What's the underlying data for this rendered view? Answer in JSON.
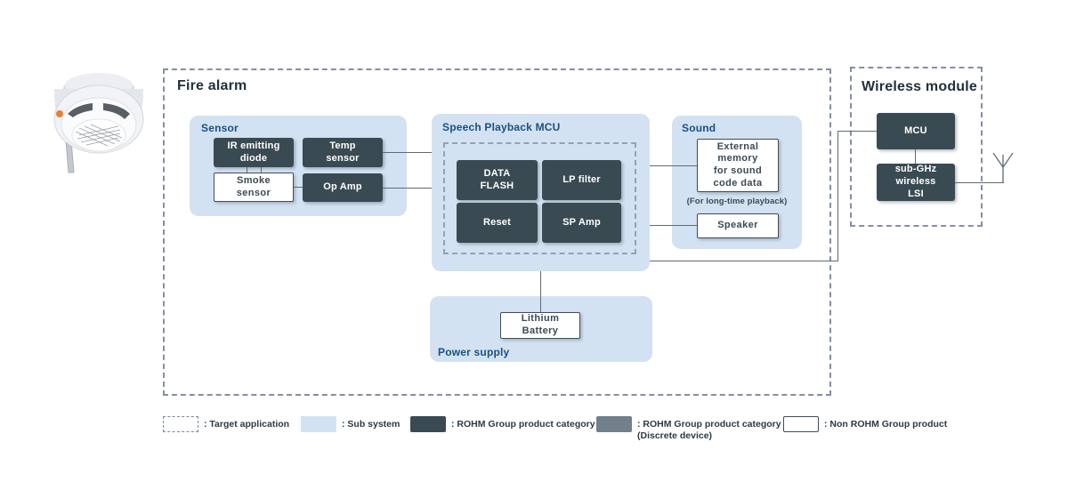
{
  "titles": {
    "fire_alarm": "Fire alarm",
    "wireless_module": "Wireless module"
  },
  "sensor": {
    "label": "Sensor",
    "ir_emitting_diode": "IR emitting\ndiode",
    "temp_sensor": "Temp\nsensor",
    "smoke_sensor": "Smoke\nsensor",
    "op_amp": "Op Amp"
  },
  "speech_playback_mcu": {
    "label": "Speech Playback MCU",
    "data_flash": "DATA\nFLASH",
    "lp_filter": "LP filter",
    "reset": "Reset",
    "sp_amp": "SP Amp"
  },
  "sound": {
    "label": "Sound",
    "external_memory": "External\nmemory\nfor sound\ncode data",
    "external_memory_note": "(For long-time playback)",
    "speaker": "Speaker"
  },
  "power_supply": {
    "label": "Power supply",
    "lithium_battery": "Lithium\nBattery"
  },
  "wireless_module": {
    "mcu": "MCU",
    "sub_ghz_wireless_lsi": "sub-GHz\nwireless\nLSI"
  },
  "legend": {
    "items": [
      {
        "label": ": Target application"
      },
      {
        "label": ": Sub system"
      },
      {
        "label": ": ROHM Group product category"
      },
      {
        "label": ": ROHM Group product category",
        "label2": "(Discrete device)"
      },
      {
        "label": ": Non ROHM Group product"
      }
    ]
  },
  "colors": {
    "rohm_dark": "#3a4a53",
    "subsystem_blue": "#d3e2f2",
    "discrete_gray": "#71808a",
    "section_title_blue": "#1a5080",
    "frame_dash": "#848ea6",
    "led_orange": "#e8803a"
  }
}
